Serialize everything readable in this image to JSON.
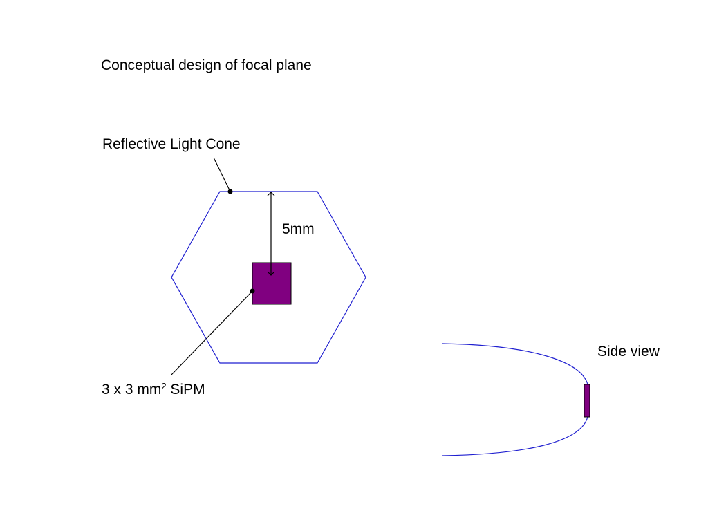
{
  "title": "Conceptual design of focal plane",
  "labels": {
    "light_cone": "Reflective Light Cone",
    "dimension": "5mm",
    "side_view": "Side view",
    "sipm_prefix": "3 x 3 mm",
    "sipm_superscript": "2",
    "sipm_suffix": " SiPM"
  },
  "colors": {
    "outline": "#1f1fd0",
    "sipm_fill": "#800080",
    "text": "#000000",
    "background": "#ffffff"
  }
}
